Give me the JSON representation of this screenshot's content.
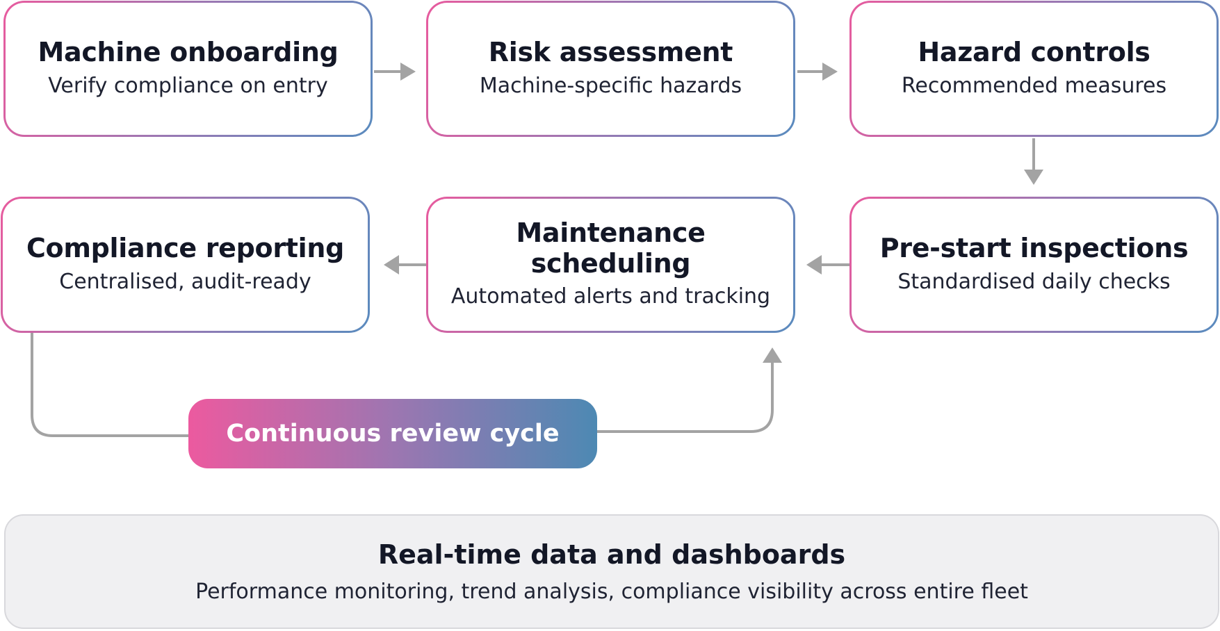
{
  "steps": [
    {
      "title": "Machine onboarding",
      "subtitle": "Verify compliance on entry"
    },
    {
      "title": "Risk assessment",
      "subtitle": "Machine-specific hazards"
    },
    {
      "title": "Hazard controls",
      "subtitle": "Recommended measures"
    },
    {
      "title": "Pre-start inspections",
      "subtitle": "Standardised daily checks"
    },
    {
      "title": "Maintenance\nscheduling",
      "subtitle": "Automated alerts and tracking"
    },
    {
      "title": "Compliance reporting",
      "subtitle": "Centralised, audit-ready"
    }
  ],
  "cycle": {
    "label": "Continuous review cycle"
  },
  "footer": {
    "title": "Real-time data and dashboards",
    "subtitle": "Performance monitoring, trend analysis, compliance visibility across entire fleet"
  },
  "colors": {
    "gradient_start": "#ec5a9f",
    "gradient_end": "#4d89b3",
    "arrow": "#a3a3a3",
    "text": "#131726",
    "footer_bg": "#f0f0f2"
  }
}
